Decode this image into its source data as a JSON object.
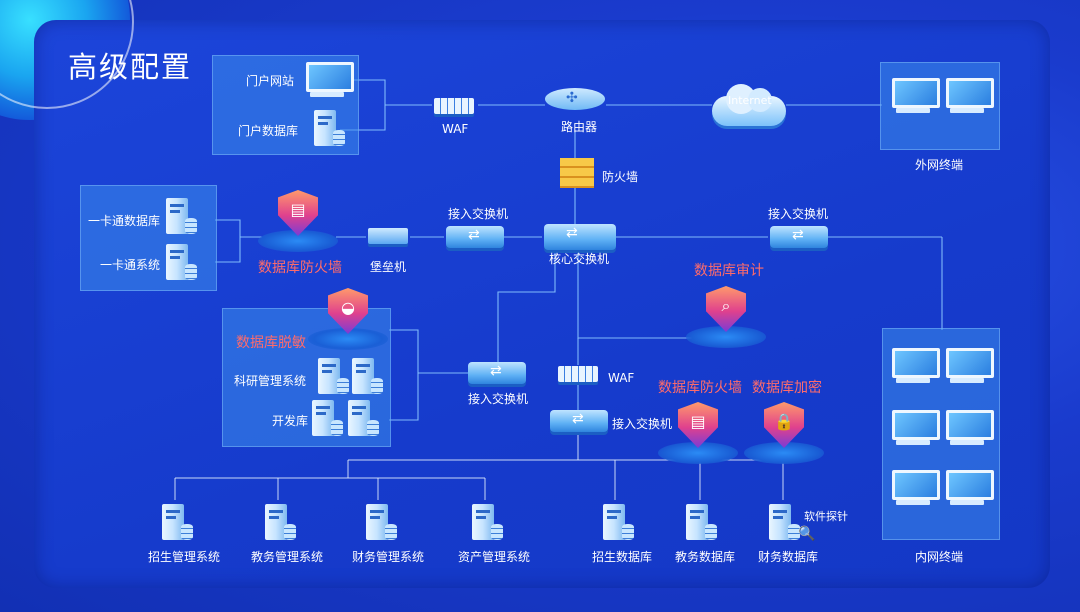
{
  "title": "高级配置",
  "labels": {
    "portal_site": "门户网站",
    "portal_db": "门户数据库",
    "waf_top": "WAF",
    "router": "路由器",
    "internet": "Internet",
    "external_terminal": "外网终端",
    "firewall": "防火墙",
    "card_db": "一卡通数据库",
    "card_sys": "一卡通系统",
    "db_firewall_left": "数据库防火墙",
    "bastion": "堡垒机",
    "access_switch_left": "接入交换机",
    "core_switch": "核心交换机",
    "access_switch_right": "接入交换机",
    "db_audit": "数据库审计",
    "db_mask": "数据库脱敏",
    "research_sys": "科研管理系统",
    "dev_db": "开发库",
    "access_switch_mid": "接入交换机",
    "waf_mid": "WAF",
    "access_switch_low": "接入交换机",
    "db_firewall_right": "数据库防火墙",
    "db_encrypt": "数据库加密",
    "internal_terminal": "内网终端",
    "probe": "软件探针",
    "enroll_sys": "招生管理系统",
    "academic_sys": "教务管理系统",
    "finance_sys": "财务管理系统",
    "asset_sys": "资产管理系统",
    "enroll_db": "招生数据库",
    "academic_db": "教务数据库",
    "finance_db": "财务数据库"
  },
  "colors": {
    "background": "#1b36c8",
    "panel": "#1c45da",
    "security_label": "#ff6b6b",
    "firewall": "#f7c948"
  },
  "icons": {
    "shield_firewall": "brick-wall",
    "shield_mask": "mask",
    "shield_audit": "magnifier",
    "shield_encrypt": "lock"
  }
}
